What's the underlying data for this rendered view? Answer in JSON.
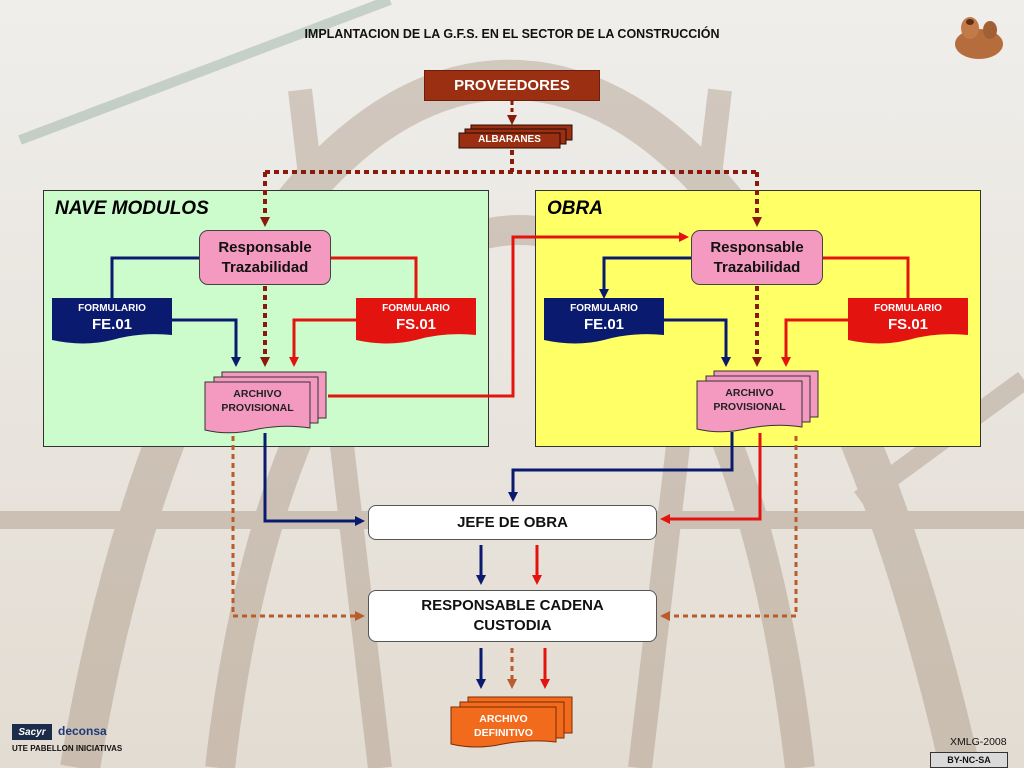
{
  "title": "IMPLANTACION DE LA G.F.S. EN EL SECTOR DE LA CONSTRUCCIÓN",
  "proveedores": "PROVEEDORES",
  "albaranes": "ALBARANES",
  "left_panel": {
    "title": "NAVE MODULOS",
    "responsable_line1": "Responsable",
    "responsable_line2": "Trazabilidad",
    "form_fe_small": "FORMULARIO",
    "form_fe_big": "FE.01",
    "form_fs_small": "FORMULARIO",
    "form_fs_big": "FS.01",
    "archivo_line1": "ARCHIVO",
    "archivo_line2": "PROVISIONAL"
  },
  "right_panel": {
    "title": "OBRA",
    "responsable_line1": "Responsable",
    "responsable_line2": "Trazabilidad",
    "form_fe_small": "FORMULARIO",
    "form_fe_big": "FE.01",
    "form_fs_small": "FORMULARIO",
    "form_fs_big": "FS.01",
    "archivo_line1": "ARCHIVO",
    "archivo_line2": "PROVISIONAL"
  },
  "jefe_obra": "JEFE DE OBRA",
  "cadena_line1": "RESPONSABLE CADENA",
  "cadena_line2": "CUSTODIA",
  "archivo_def_line1": "ARCHIVO",
  "archivo_def_line2": "DEFINITIVO",
  "footer": {
    "logo_sacyr": "Sacyr",
    "logo_deconsa": "deconsa",
    "ute": "UTE PABELLON INICIATIVAS",
    "xmlg": "XMLG-2008",
    "license": "BY-NC-SA"
  },
  "colors": {
    "navy": "#0a1a6e",
    "red": "#e3140f",
    "dotted_brown": "#8b1a0c",
    "dotted_tan": "#b85c2b",
    "panel_green": "#ccfccc",
    "panel_yellow": "#ffff66",
    "form_blue": "#0a1a6e",
    "form_red": "#e3140f",
    "pink": "#f49ac1",
    "orange": "#f26a1b"
  }
}
